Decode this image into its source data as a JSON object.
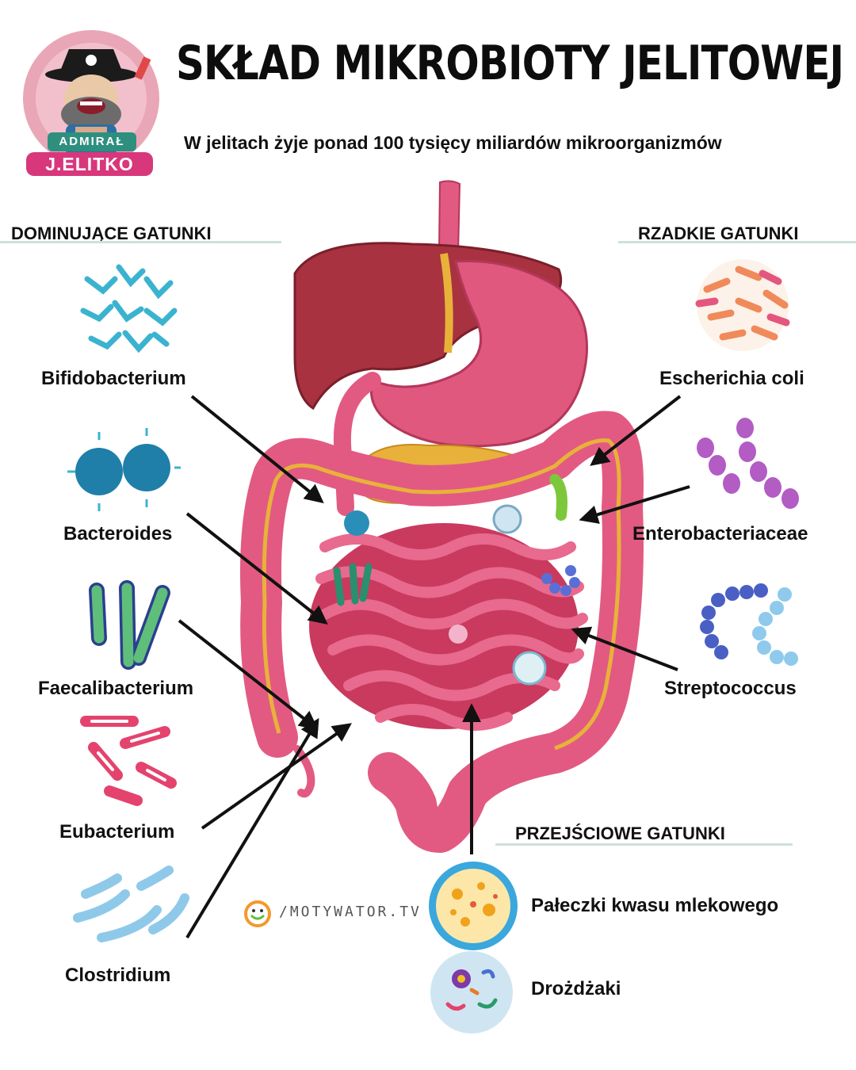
{
  "logo": {
    "text_top": "ADMIRAŁ",
    "text_bottom": "J.ELITKO"
  },
  "title": "SKŁAD MIKROBIOTY JELITOWEJ",
  "subtitle": "W jelitach żyje ponad 100 tysięcy miliardów mikroorganizmów",
  "sections": {
    "dominant": "DOMINUJĄCE GATUNKI",
    "rare": "RZADKIE GATUNKI",
    "transitional": "PRZEJŚCIOWE GATUNKI"
  },
  "dominant_species": [
    "Bifidobacterium",
    "Bacteroides",
    "Faecalibacterium",
    "Eubacterium",
    "Clostridium"
  ],
  "rare_species": [
    "Escherichia coli",
    "Enterobacteriaceae",
    "Streptococcus"
  ],
  "transitional_species": [
    "Pałeczki kwasu mlekowego",
    "Drożdżaki"
  ],
  "watermark": "/MOTYWATOR.TV",
  "colors": {
    "intestine": "#d8446a",
    "liver": "#a8323f",
    "stomach": "#e0587e",
    "pancreas": "#e8b23a",
    "section_line": "#cfe0da"
  }
}
